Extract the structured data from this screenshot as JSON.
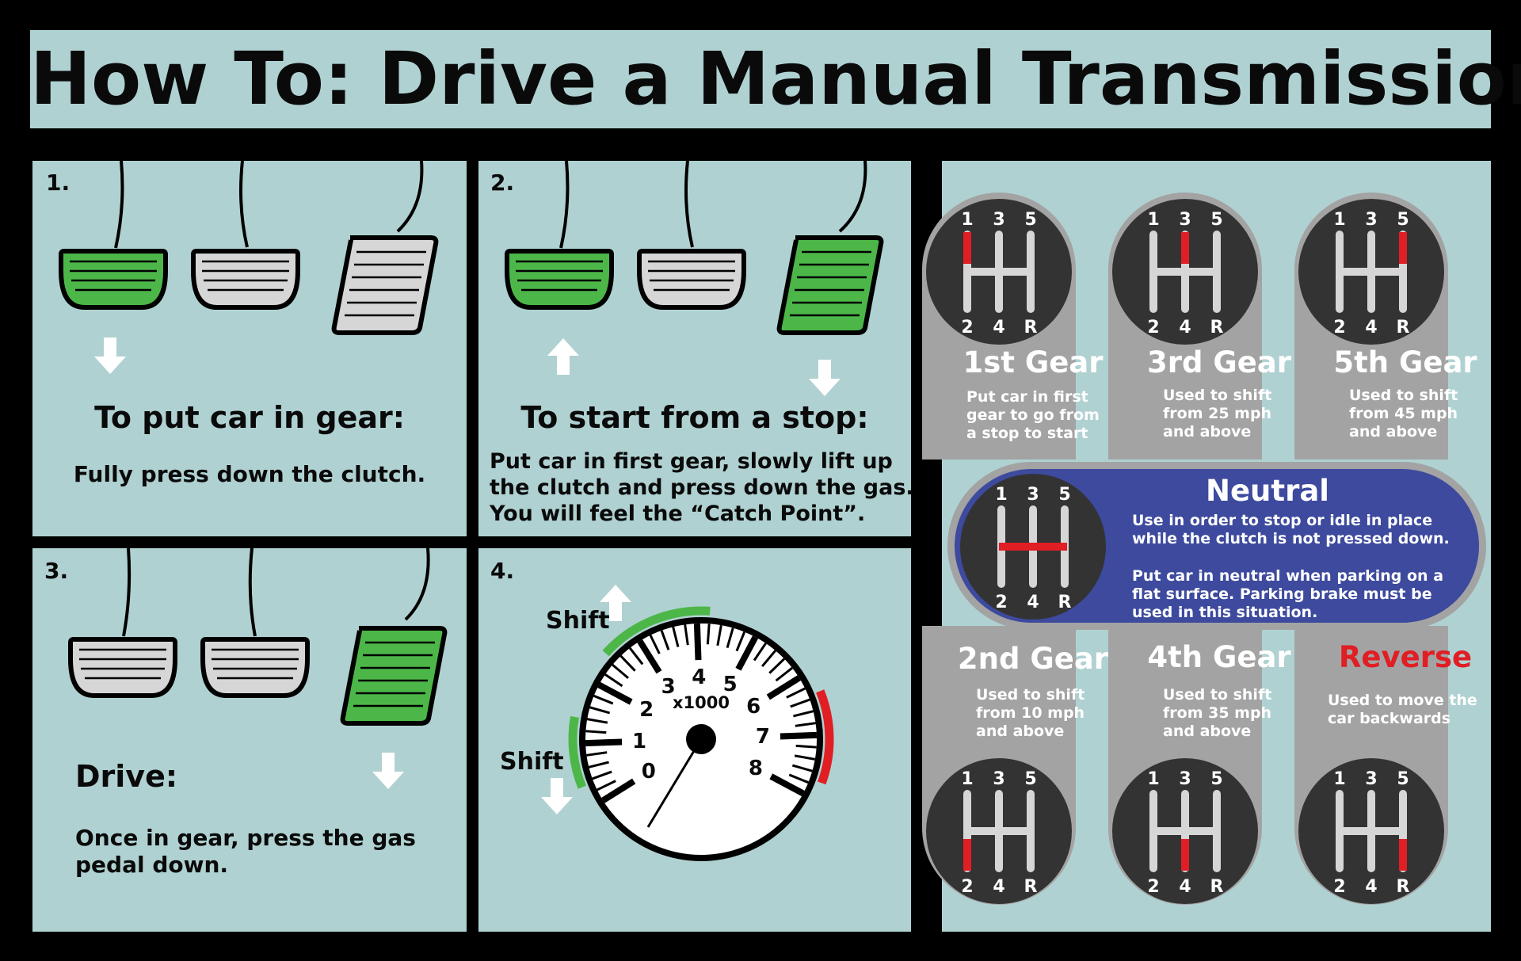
{
  "title": "How To: Drive a Manual Transmission",
  "colors": {
    "background": "#000000",
    "panel": "#b0d1d1",
    "pressed_pedal": "#4cb748",
    "released_pedal": "#d6d6d6",
    "gear_knob": "#333333",
    "gear_plate": "#a3a3a3",
    "active_gear": "#e01e24",
    "neutral_panel": "#3d4a9e",
    "reverse_text": "#e01e24"
  },
  "steps": [
    {
      "number": "1.",
      "heading": "To put car in gear:",
      "text": "Fully press down the clutch."
    },
    {
      "number": "2.",
      "heading": "To start from a stop:",
      "text": "Put car in first gear, slowly lift up\nthe clutch and press down the gas.\nYou will feel the “Catch Point”."
    },
    {
      "number": "3.",
      "heading": "Drive:",
      "text": "Once in gear, press the gas\npedal down."
    },
    {
      "number": "4.",
      "gauge_unit": "x1000",
      "gauge_ticks": [
        "0",
        "1",
        "2",
        "3",
        "4",
        "5",
        "6",
        "7",
        "8"
      ],
      "shift_up_label": "Shift",
      "shift_down_label": "Shift"
    }
  ],
  "shift_pattern": {
    "top": [
      "1",
      "3",
      "5"
    ],
    "bottom": [
      "2",
      "4",
      "R"
    ]
  },
  "gears": [
    {
      "name": "1st Gear",
      "description": "Put car in first\ngear to go from\na stop to start",
      "position": "1"
    },
    {
      "name": "3rd Gear",
      "description": "Used to shift\nfrom 25 mph\nand above",
      "position": "3"
    },
    {
      "name": "5th Gear",
      "description": "Used to shift\nfrom 45 mph\nand above",
      "position": "5"
    },
    {
      "name": "2nd Gear",
      "description": "Used to shift\nfrom 10 mph\nand above",
      "position": "2"
    },
    {
      "name": "4th Gear",
      "description": "Used to shift\nfrom 35 mph\nand above",
      "position": "4"
    },
    {
      "name": "Reverse",
      "description": "Used to move the\ncar backwards",
      "position": "R"
    }
  ],
  "neutral": {
    "name": "Neutral",
    "text1": "Use in order to stop or idle in place\nwhile the clutch is not pressed down.",
    "text2": "Put car in neutral when parking on a\nflat surface. Parking brake must be\nused in this situation."
  },
  "icons": {
    "pedal": "pedal-icon",
    "arrow_up": "arrow-up-icon",
    "arrow_down": "arrow-down-icon",
    "tachometer": "tachometer-icon",
    "shift_knob": "gear-shift-knob-icon"
  }
}
